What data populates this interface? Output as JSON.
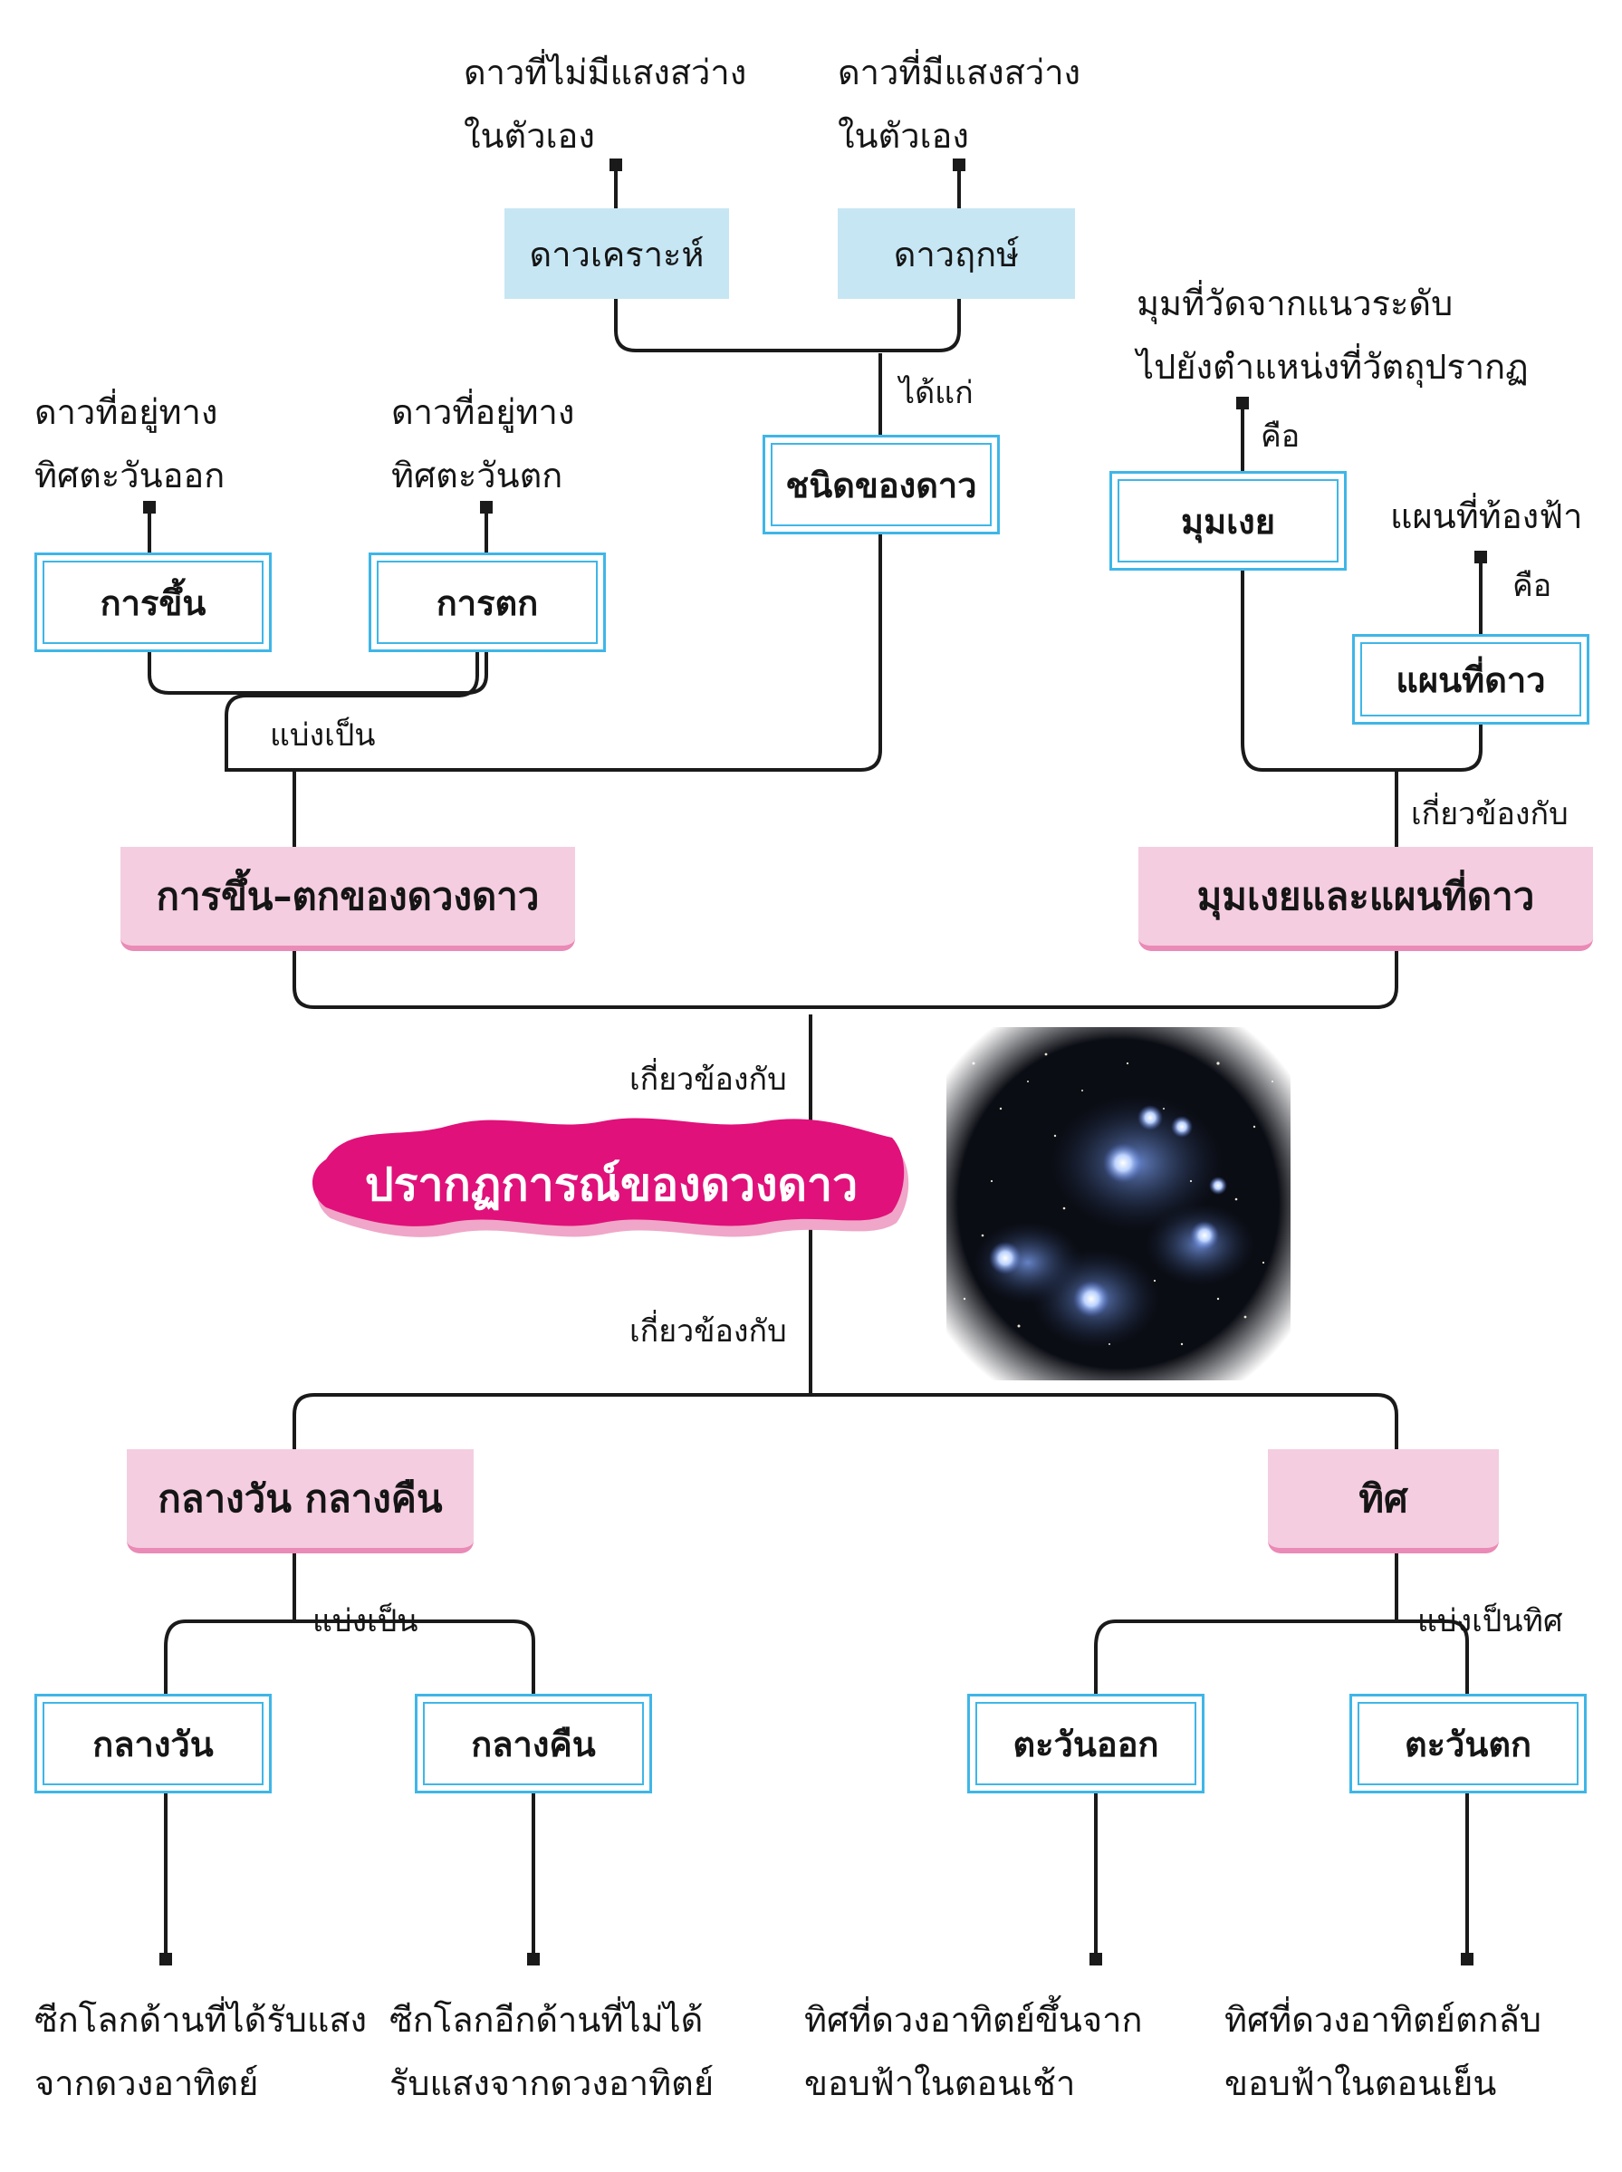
{
  "central": {
    "title": "ปรากฏการณ์ของดวงดาว"
  },
  "edge_labels": {
    "related_top": "เกี่ยวข้องกับ",
    "related_bottom": "เกี่ยวข้องกับ",
    "related_right": "เกี่ยวข้องกับ",
    "divided_left": "แบ่งเป็น",
    "divided_day": "แบ่งเป็น",
    "divided_dir": "แบ่งเป็นทิศ",
    "include": "ได้แก่",
    "is_1": "คือ",
    "is_2": "คือ"
  },
  "categories": {
    "rise_set": "การขึ้น–ตกของดวงดาว",
    "alt_map": "มุมเงยและแผนที่ดาว",
    "day_night": "กลางวัน กลางคืน",
    "direction": "ทิศ"
  },
  "nodes": {
    "star_types": "ชนิดของดาว",
    "planet": "ดาวเคราะห์",
    "fixed_star": "ดาวฤกษ์",
    "rising": "การขึ้น",
    "setting": "การตก",
    "altitude": "มุมเงย",
    "star_map": "แผนที่ดาว",
    "day": "กลางวัน",
    "night": "กลางคืน",
    "east": "ตะวันออก",
    "west": "ตะวันตก"
  },
  "definitions": {
    "planet": [
      "ดาวที่ไม่มีแสงสว่าง",
      "ในตัวเอง"
    ],
    "fixed_star": [
      "ดาวที่มีแสงสว่าง",
      "ในตัวเอง"
    ],
    "rising": [
      "ดาวที่อยู่ทาง",
      "ทิศตะวันออก"
    ],
    "setting": [
      "ดาวที่อยู่ทาง",
      "ทิศตะวันตก"
    ],
    "altitude": [
      "มุมที่วัดจากแนวระดับ",
      "ไปยังตำแหน่งที่วัตถุปรากฏ"
    ],
    "star_map": [
      "แผนที่ท้องฟ้า"
    ],
    "day": [
      "ซีกโลกด้านที่ได้รับแสง",
      "จากดวงอาทิตย์"
    ],
    "night": [
      "ซีกโลกอีกด้านที่ไม่ได้",
      "รับแสงจากดวงอาทิตย์"
    ],
    "east": [
      "ทิศที่ดวงอาทิตย์ขึ้นจาก",
      "ขอบฟ้าในตอนเช้า"
    ],
    "west": [
      "ทิศที่ดวงอาทิตย์ตกลับ",
      "ขอบฟ้าในตอนเย็น"
    ]
  },
  "colors": {
    "line": "#1a1a1a",
    "box_border": "#3fb6e8",
    "box_blue": "#c6e6f4",
    "pink_fill": "#f5cde0",
    "pink_shadow": "#ea8ab6",
    "magenta": "#e0117a"
  },
  "image": {
    "icon": "star-cluster-photo"
  }
}
